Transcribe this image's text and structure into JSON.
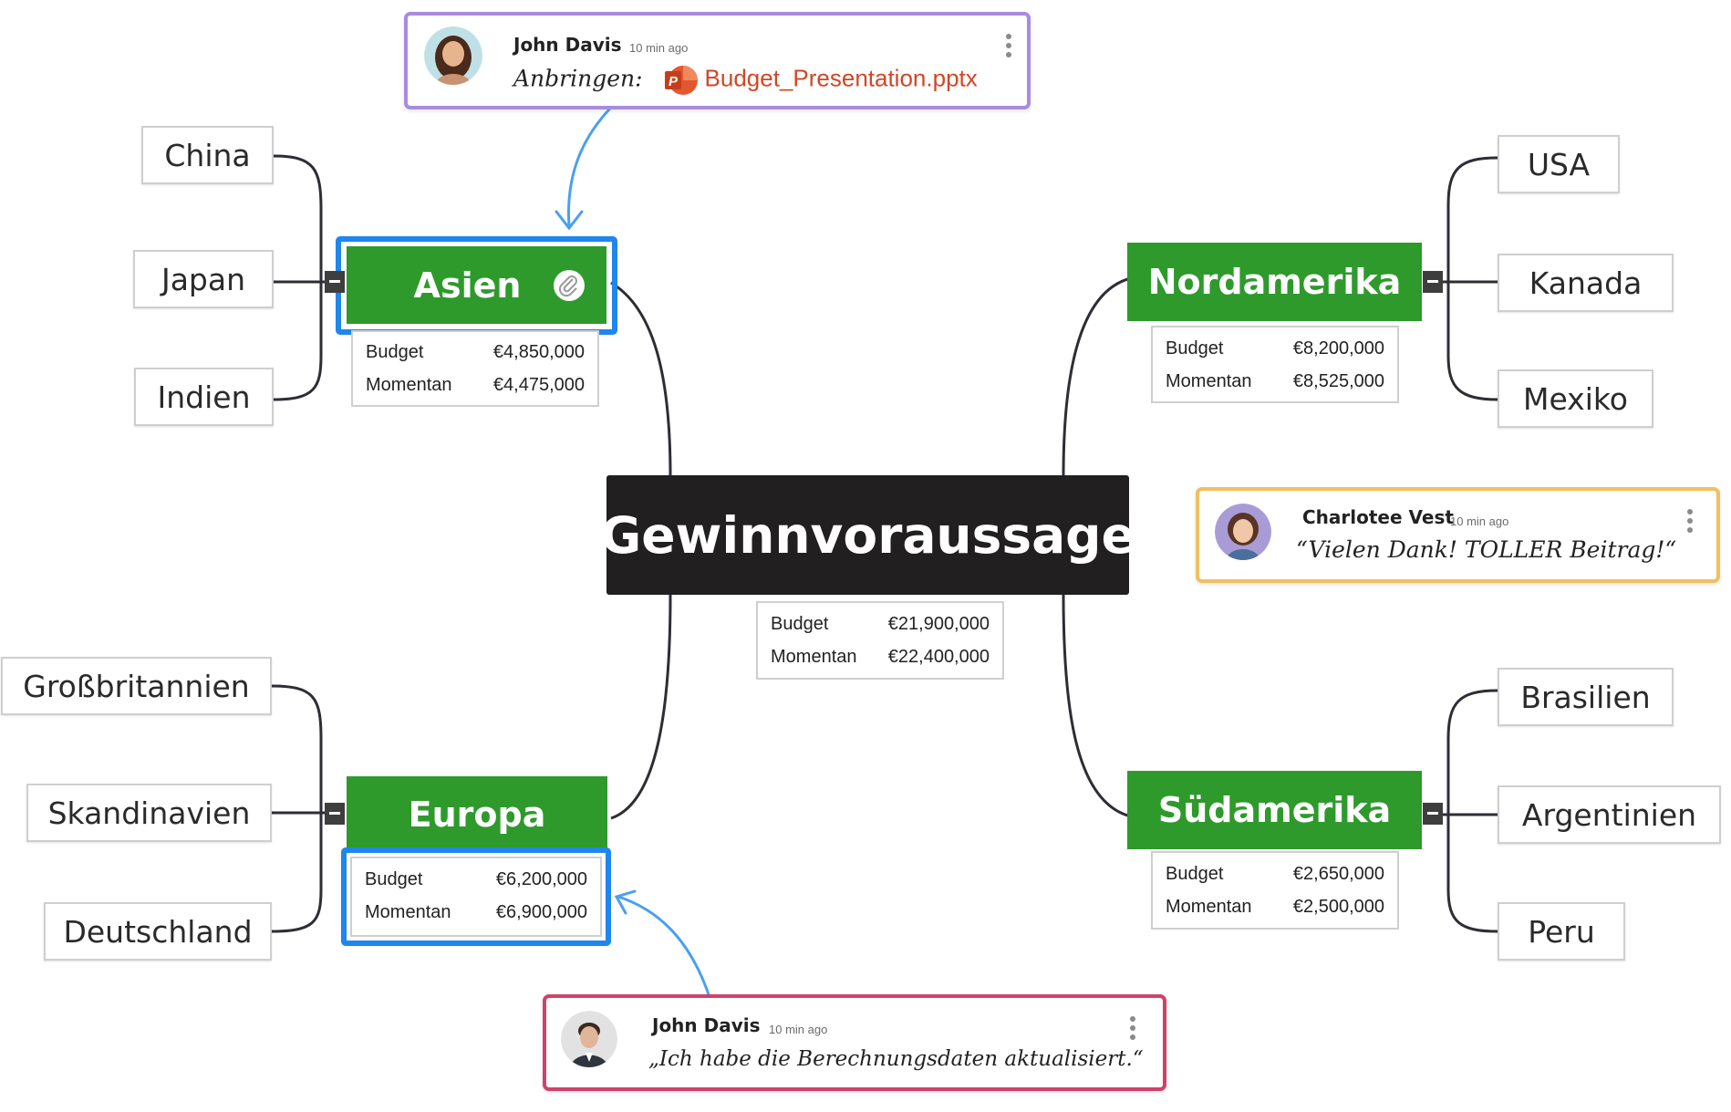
{
  "central": {
    "title": "Gewinnvoraussage",
    "budget_label": "Budget",
    "budget_value": "€21,900,000",
    "current_label": "Momentan",
    "current_value": "€22,400,000"
  },
  "regions": {
    "asien": {
      "label": "Asien",
      "budget_label": "Budget",
      "budget_value": "€4,850,000",
      "current_label": "Momentan",
      "current_value": "€4,475,000",
      "children": [
        "China",
        "Japan",
        "Indien"
      ]
    },
    "nordamerika": {
      "label": "Nordamerika",
      "budget_label": "Budget",
      "budget_value": "€8,200,000",
      "current_label": "Momentan",
      "current_value": "€8,525,000",
      "children": [
        "USA",
        "Kanada",
        "Mexiko"
      ]
    },
    "europa": {
      "label": "Europa",
      "budget_label": "Budget",
      "budget_value": "€6,200,000",
      "current_label": "Momentan",
      "current_value": "€6,900,000",
      "children": [
        "Großbritannien",
        "Skandinavien",
        "Deutschland"
      ]
    },
    "suedamerika": {
      "label": "Südamerika",
      "budget_label": "Budget",
      "budget_value": "€2,650,000",
      "current_label": "Momentan",
      "current_value": "€2,500,000",
      "children": [
        "Brasilien",
        "Argentinien",
        "Peru"
      ]
    }
  },
  "comments": {
    "attachment": {
      "author": "John Davis",
      "time": "10 min ago",
      "prefix": "Anbringen:",
      "file_name": "Budget_Presentation.pptx",
      "border_color": "#a98be0"
    },
    "thanks": {
      "author": "Charlotee Vest",
      "time": "10 min ago",
      "text": "“Vielen Dank! TOLLER Beitrag!“",
      "border_color": "#f0c060"
    },
    "update": {
      "author": "John Davis",
      "time": "10 min ago",
      "text": "„Ich habe die Berechnungsdaten aktualisiert.“",
      "border_color": "#d0426a"
    }
  },
  "colors": {
    "region_green": "#2e9a2c",
    "central_dark": "#211f1f",
    "selection_blue": "#1f86ee",
    "arrow_blue": "#4a9ff0",
    "connector": "#2d2d35"
  },
  "icons": [
    "paperclip-icon",
    "powerpoint-icon",
    "more-vertical-icon",
    "collapse-minus-icon",
    "avatar"
  ]
}
